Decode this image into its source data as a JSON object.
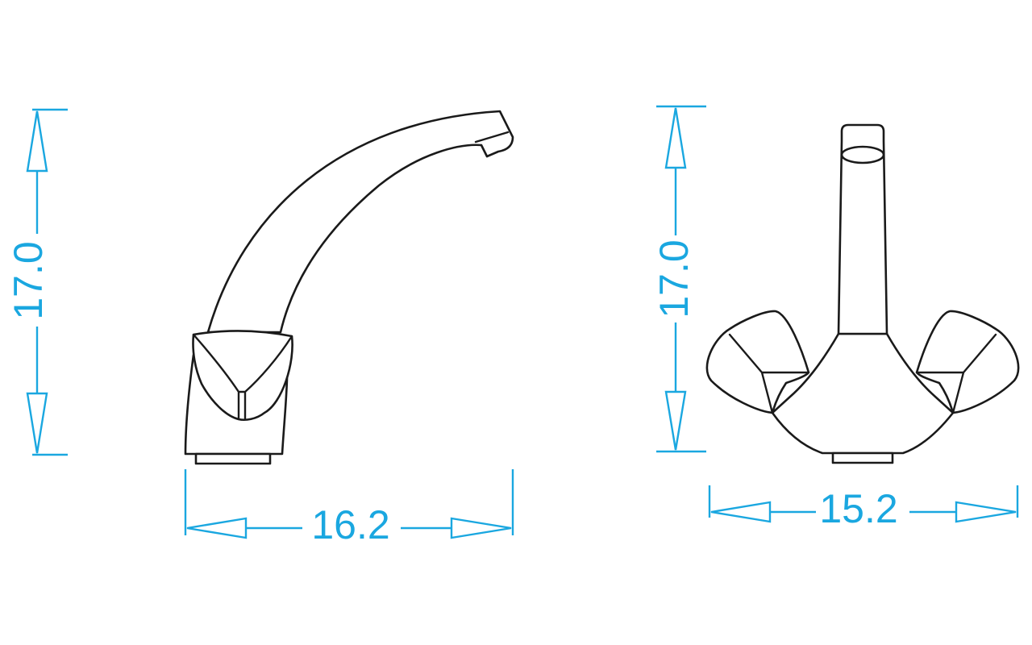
{
  "colors": {
    "dimension": "#1aa7e0",
    "outline": "#1a1a1a",
    "background": "#ffffff"
  },
  "side_view": {
    "height_label": "17.0",
    "width_label": "16.2"
  },
  "front_view": {
    "height_label": "17.0",
    "width_label": "15.2"
  }
}
